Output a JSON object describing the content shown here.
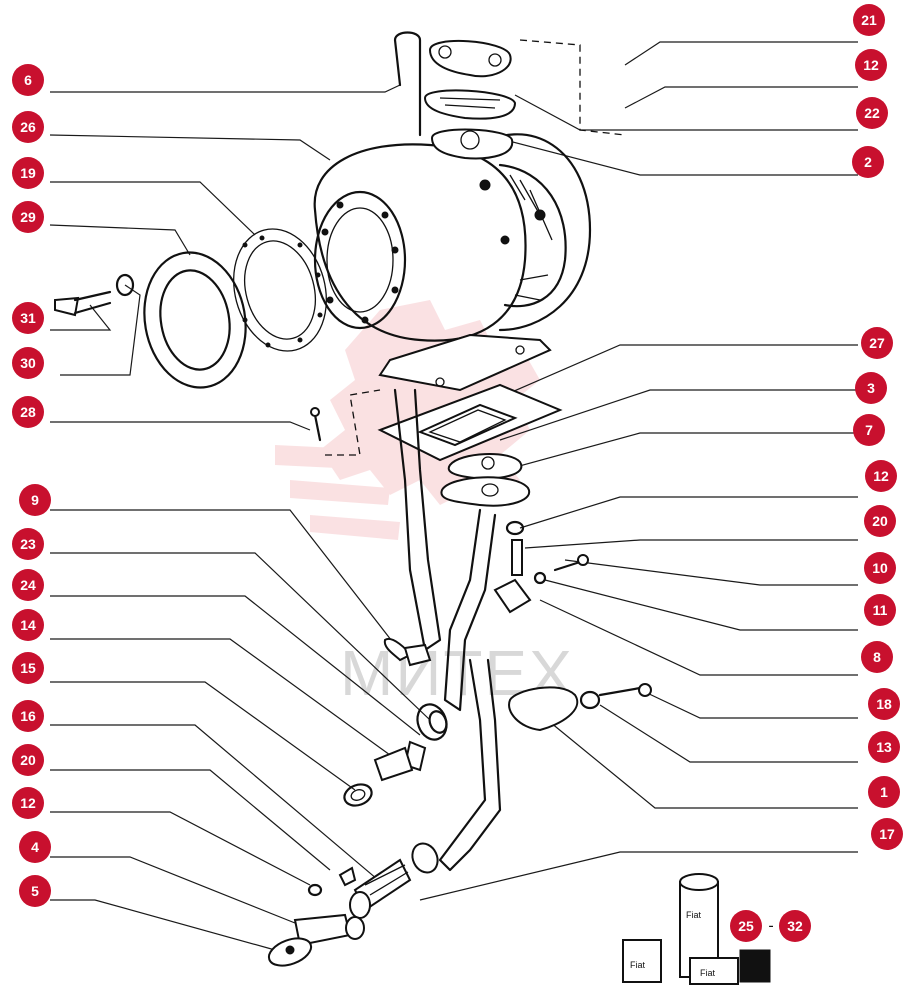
{
  "watermark": {
    "text": "МИТЕХ"
  },
  "callouts_left": [
    "6",
    "26",
    "19",
    "29",
    "31",
    "30",
    "28",
    "9",
    "23",
    "24",
    "14",
    "15",
    "16",
    "20",
    "12",
    "4",
    "5"
  ],
  "callouts_right": [
    "21",
    "12",
    "22",
    "2",
    "27",
    "3",
    "7",
    "12",
    "20",
    "10",
    "11",
    "8",
    "18",
    "13",
    "1",
    "17"
  ],
  "range": {
    "from": "25",
    "separator": "-",
    "to": "32"
  },
  "decals": {
    "label_a": "Fiat",
    "label_b": "Fiat",
    "label_c": "Fiat"
  }
}
